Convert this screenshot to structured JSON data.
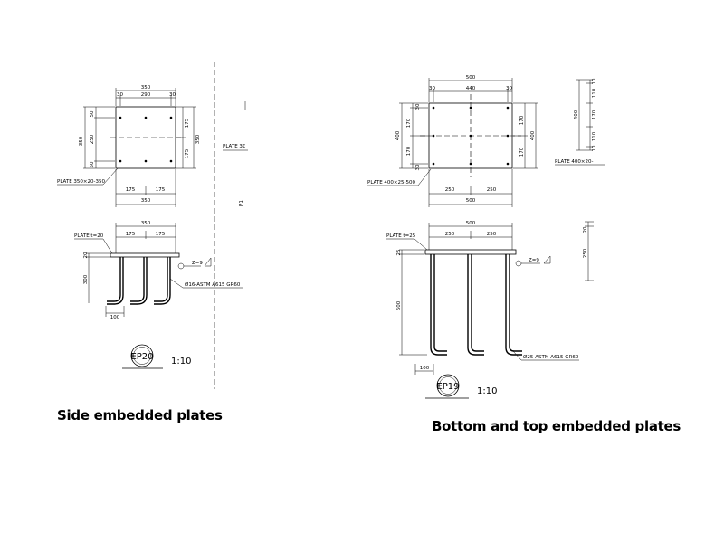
{
  "ep20": {
    "plan": {
      "top_total": "350",
      "top_edge_left": "30",
      "top_mid": "290",
      "top_edge_right": "30",
      "left_total": "350",
      "left_top": "50",
      "left_mid": "250",
      "left_bottom": "50",
      "right_total": "350",
      "right_upper": "175",
      "right_lower": "175",
      "bottom_left": "175",
      "bottom_right": "175",
      "bottom_total": "350",
      "plate_label": "PLATE 350×20-350"
    },
    "section": {
      "top_total": "350",
      "seg_left": "175",
      "seg_right": "175",
      "plate_label": "PLATE t=20",
      "thick": "20",
      "depth": "300",
      "weld": "Z=9",
      "bar_label": "Ø16-ASTM A615 GR60",
      "hook": "100"
    },
    "tag": "EP20",
    "scale": "1:10",
    "caption": "Side embedded plates"
  },
  "cut_fragment": {
    "plate_label": "PLATE 3€",
    "mark": "P1"
  },
  "ep19": {
    "plan": {
      "top_total": "500",
      "top_edge_left": "30",
      "top_mid": "440",
      "top_edge_right": "30",
      "left_total": "400",
      "left_upper": "170",
      "left_lower": "170",
      "left_edge_top": "30",
      "left_edge_bottom": "30",
      "right_total": "400",
      "right_upper": "170",
      "right_lower": "170",
      "bottom_left": "250",
      "bottom_right": "250",
      "bottom_total": "500",
      "plate_label": "PLATE 400×25-500"
    },
    "side_dims": {
      "total": "400",
      "a": "10",
      "b": "110",
      "c": "170",
      "d": "110",
      "e": "10"
    },
    "side_plate_label": "PLATE 400×20-",
    "section": {
      "top_total": "500",
      "seg_left": "250",
      "seg_right": "250",
      "plate_label": "PLATE t=25",
      "thick": "25",
      "depth": "600",
      "weld": "Z=9",
      "bar_label": "Ø25-ASTM A615 GR60",
      "hook": "100"
    },
    "side_section_dims": {
      "top": "20",
      "total": "250"
    },
    "tag": "EP19",
    "scale": "1:10",
    "caption": "Bottom and top embedded plates"
  }
}
